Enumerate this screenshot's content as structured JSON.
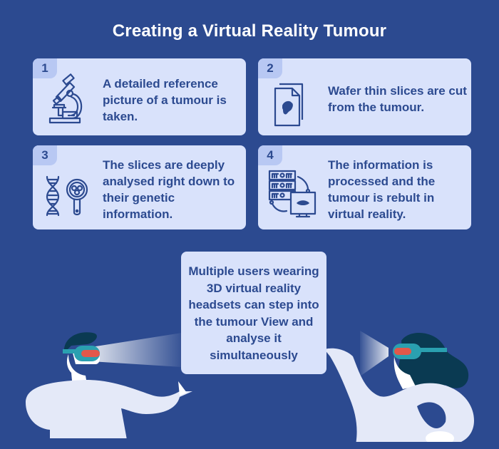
{
  "title": "Creating a Virtual Reality Tumour",
  "colors": {
    "background": "#2c4a90",
    "card": "#d9e2fb",
    "badge": "#b8c8f3",
    "text_dark": "#2c4a90",
    "figure_body": "#e4e9f8",
    "hair": "#0a3a52",
    "headset": "#2aa0b0",
    "visor": "#e2584a"
  },
  "steps": [
    {
      "number": "1",
      "icon": "microscope-icon",
      "text": "A detailed reference picture of a tumour is taken."
    },
    {
      "number": "2",
      "icon": "document-slice-icon",
      "text": "Wafer thin slices are cut from the tumour."
    },
    {
      "number": "3",
      "icon": "dna-magnifier-icon",
      "text": "The slices are deeply analysed right down to their genetic information."
    },
    {
      "number": "4",
      "icon": "server-monitor-icon",
      "text": "The information is processed and the tumour is rebult in virtual reality."
    }
  ],
  "speech_box": {
    "text": "Multiple users wearing 3D virtual reality headsets can step into the tumour View and analyse it simultaneously"
  },
  "figures": [
    {
      "name": "man-with-vr-headset"
    },
    {
      "name": "woman-with-vr-headset"
    }
  ]
}
